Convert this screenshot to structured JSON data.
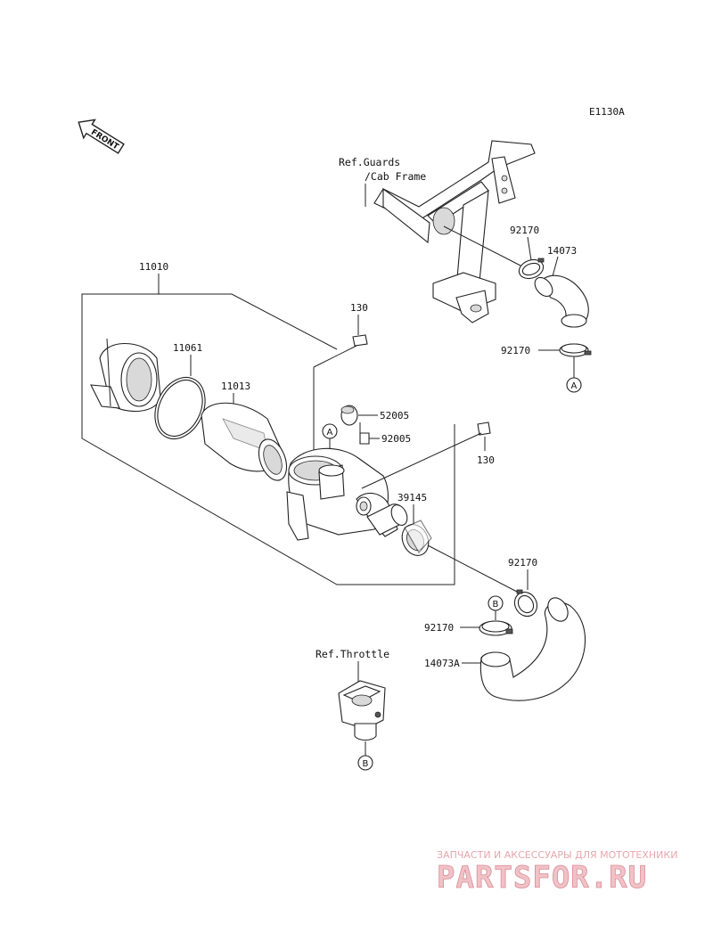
{
  "diagram_code": "E1130A",
  "front_arrow_label": "FRONT",
  "refs": {
    "guards_line1": "Ref.Guards",
    "guards_line2": "/Cab Frame",
    "throttle": "Ref.Throttle"
  },
  "parts": {
    "p11010": "11010",
    "p11061": "11061",
    "p11013": "11013",
    "p130_top": "130",
    "p130_side": "130",
    "p52005": "52005",
    "p92005": "92005",
    "p39145": "39145",
    "p92170_a": "92170",
    "p92170_b": "92170",
    "p92170_c": "92170",
    "p92170_d": "92170",
    "p14073": "14073",
    "p14073A": "14073A"
  },
  "callouts": {
    "a1": "A",
    "a2": "A",
    "b1": "B",
    "b2": "B"
  },
  "watermark": {
    "line1": "ЗАПЧАСТИ И АКСЕССУАРЫ ДЛЯ МОТОТЕХНИКИ",
    "logo": "PARTSFOR.RU"
  }
}
